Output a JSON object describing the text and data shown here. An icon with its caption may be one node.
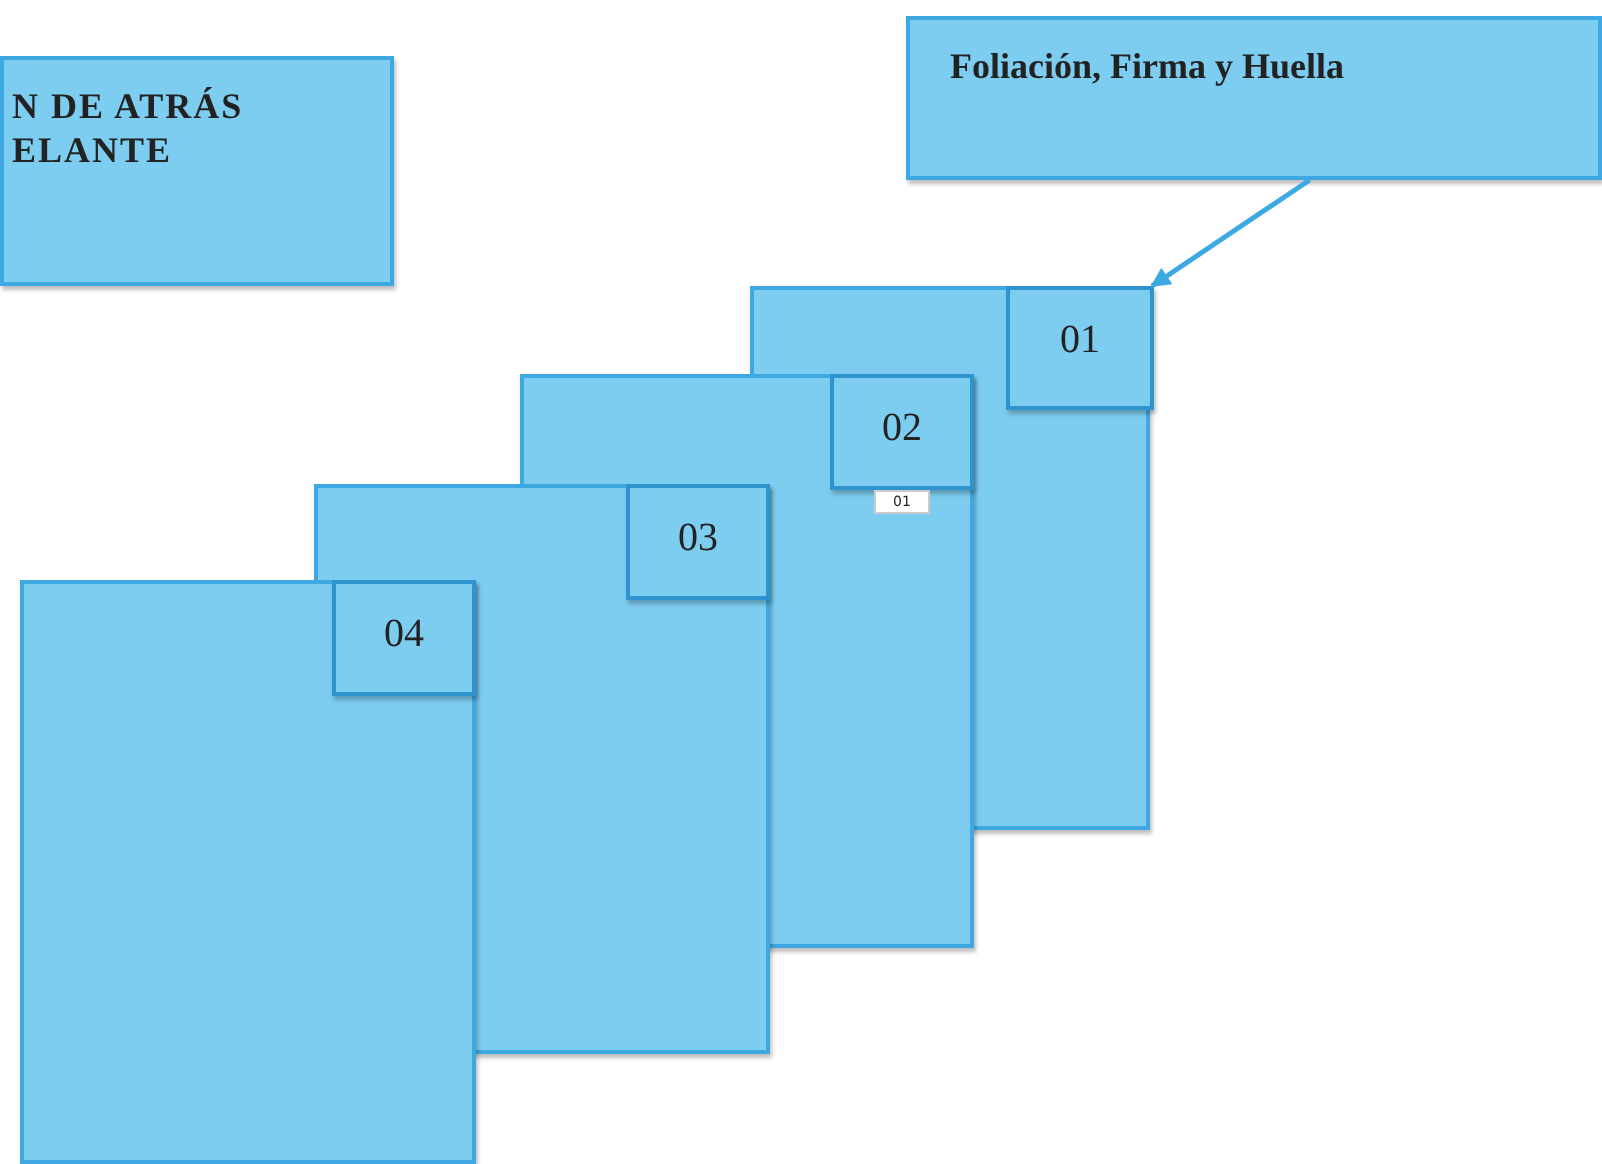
{
  "diagram": {
    "nodes": [
      {
        "text": [
          "N DE ATRÁS ELANTE"
        ]
      },
      {
        "text": [
          "Foliación, Firma y Huella"
        ]
      },
      {
        "text": [],
        "shape": "box"
      },
      {
        "text": [
          "01"
        ],
        "in": 2
      },
      {
        "text": [],
        "shape": "box"
      },
      {
        "text": [
          "02"
        ]
      },
      {
        "text": [
          "01"
        ]
      },
      {
        "text": [],
        "shape": "box"
      },
      {
        "text": [
          "03"
        ]
      },
      {
        "text": [],
        "shape": "box"
      },
      {
        "text": [
          "04"
        ]
      }
    ],
    "edges": [
      {
        "from": 1,
        "to": 2,
        "arrow": "to"
      }
    ]
  }
}
